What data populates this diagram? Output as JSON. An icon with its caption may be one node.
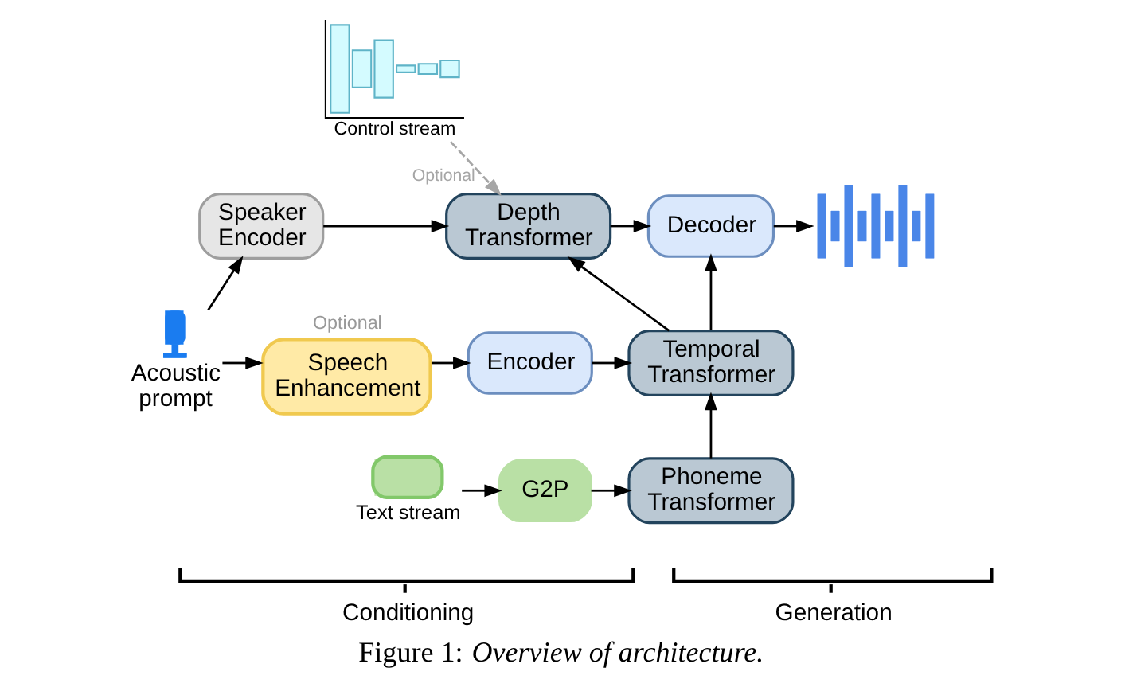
{
  "diagram": {
    "caption": "Figure 1: *Overview of architecture.*",
    "nodes": [
      {
        "text": [
          "Control stream"
        ]
      },
      {
        "text": [
          "Speaker Encoder"
        ]
      },
      {
        "text": [
          "Depth Transformer"
        ]
      },
      {
        "text": [
          "Decoder"
        ]
      },
      {
        "text": [
          "Acoustic prompt"
        ]
      },
      {
        "text": [
          "Speech Enhancement"
        ],
        "beside": [
          "Optional"
        ]
      },
      {
        "text": [
          "Encoder"
        ]
      },
      {
        "text": [
          "Temporal Transformer"
        ]
      },
      {
        "text": [],
        "shape": "picture"
      },
      {
        "text": [
          "Text stream"
        ]
      },
      {
        "text": [
          "G2P"
        ]
      },
      {
        "text": [
          "Phoneme Transformer"
        ]
      }
    ],
    "edges": [
      {
        "from": 4,
        "to": 1,
        "arrow": "to"
      },
      {
        "from": 4,
        "to": 5,
        "arrow": "to"
      },
      {
        "from": 0,
        "to": 2,
        "arrow": "to",
        "label": "Optional",
        "style": "dashed",
        "color": "#a6a6a6"
      },
      {
        "from": 1,
        "to": 2,
        "arrow": "to"
      },
      {
        "from": 2,
        "to": 3,
        "arrow": "to"
      },
      {
        "from": 5,
        "to": 6,
        "arrow": "to"
      },
      {
        "from": 6,
        "to": 7,
        "arrow": "to"
      },
      {
        "from": 7,
        "to": 2,
        "arrow": "to"
      },
      {
        "from": 7,
        "to": 3,
        "arrow": "to"
      },
      {
        "from": 3,
        "to": 8,
        "arrow": "to"
      },
      {
        "from": 9,
        "to": 10,
        "arrow": "to"
      },
      {
        "from": 10,
        "to": 11,
        "arrow": "to"
      },
      {
        "from": 11,
        "to": 7,
        "arrow": "to"
      }
    ],
    "labels": [
      "Conditioning",
      "Generation"
    ]
  }
}
